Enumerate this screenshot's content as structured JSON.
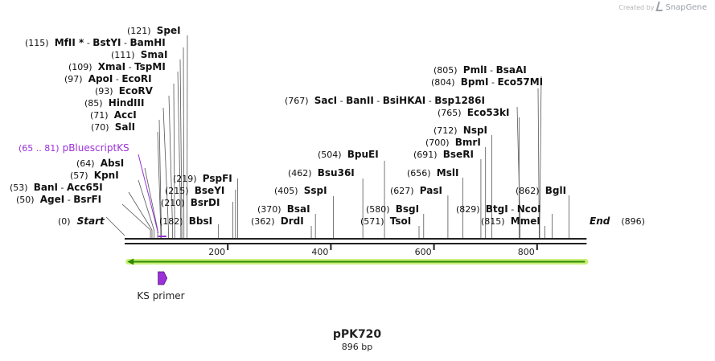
{
  "plasmid": {
    "name": "pPK720",
    "length_label": "896 bp",
    "length": 896
  },
  "credit": {
    "prefix": "Created by",
    "brand": "SnapGene"
  },
  "ruler": {
    "ticks": [
      {
        "pos": 200,
        "label": "200"
      },
      {
        "pos": 400,
        "label": "400"
      },
      {
        "pos": 600,
        "label": "600"
      },
      {
        "pos": 800,
        "label": "800"
      }
    ]
  },
  "ends": {
    "start": {
      "pos": "(0)",
      "label": "Start"
    },
    "end": {
      "pos": "(896)",
      "label": "End"
    }
  },
  "colors": {
    "feature_purple": "#9b30d9",
    "arrow_green": "#2f8a00",
    "arrow_glow": "#c8f07a",
    "text": "#111111"
  },
  "enzymes_left": [
    {
      "pos": "(121)",
      "name": "SpeI"
    },
    {
      "pos": "(115)",
      "name": "MfII *",
      "name2": "BstYI",
      "name3": "BamHI"
    },
    {
      "pos": "(111)",
      "name": "SmaI"
    },
    {
      "pos": "(109)",
      "name": "XmaI",
      "name2": "TspMI"
    },
    {
      "pos": "(97)",
      "name": "ApoI",
      "name2": "EcoRI"
    },
    {
      "pos": "(93)",
      "name": "EcoRV"
    },
    {
      "pos": "(85)",
      "name": "HindIII"
    },
    {
      "pos": "(71)",
      "name": "AccI"
    },
    {
      "pos": "(70)",
      "name": "SalI"
    },
    {
      "pos": "(64)",
      "name": "AbsI"
    },
    {
      "pos": "(57)",
      "name": "KpnI"
    },
    {
      "pos": "(53)",
      "name": "BanI",
      "name2": "Acc65I"
    },
    {
      "pos": "(50)",
      "name": "AgeI",
      "name2": "BsrFI"
    }
  ],
  "feature_label": {
    "pos": "(65 .. 81)",
    "name": "pBluescriptKS"
  },
  "enzymes_mid": [
    {
      "pos": "(219)",
      "name": "PspFI"
    },
    {
      "pos": "(215)",
      "name": "BseYI"
    },
    {
      "pos": "(210)",
      "name": "BsrDI"
    },
    {
      "pos": "(182)",
      "name": "BbsI"
    },
    {
      "pos": "(504)",
      "name": "BpuEI"
    },
    {
      "pos": "(462)",
      "name": "Bsu36I"
    },
    {
      "pos": "(405)",
      "name": "SspI"
    },
    {
      "pos": "(370)",
      "name": "BsaI"
    },
    {
      "pos": "(362)",
      "name": "DrdI"
    },
    {
      "pos": "(712)",
      "name": "NspI"
    },
    {
      "pos": "(700)",
      "name": "BmrI"
    },
    {
      "pos": "(691)",
      "name": "BseRI"
    },
    {
      "pos": "(656)",
      "name": "MslI"
    },
    {
      "pos": "(627)",
      "name": "PasI"
    },
    {
      "pos": "(580)",
      "name": "BsgI"
    },
    {
      "pos": "(571)",
      "name": "TsoI"
    },
    {
      "pos": "(765)",
      "name": "Eco53kI"
    },
    {
      "pos": "(862)",
      "name": "BglI"
    },
    {
      "pos": "(829)",
      "name": "BtgI",
      "name2": "NcoI"
    },
    {
      "pos": "(815)",
      "name": "MmeI"
    }
  ],
  "enzymes_top_right": [
    {
      "pos": "(805)",
      "name": "PmlI",
      "name2": "BsaAI"
    },
    {
      "pos": "(804)",
      "name": "BpmI",
      "name2": "Eco57MI"
    },
    {
      "pos": "(767)",
      "name": "SacI",
      "name2": "BanII",
      "name3": "BsiHKAI",
      "name4": "Bsp1286I"
    }
  ],
  "primer": {
    "label": "KS primer"
  },
  "separator": "-"
}
